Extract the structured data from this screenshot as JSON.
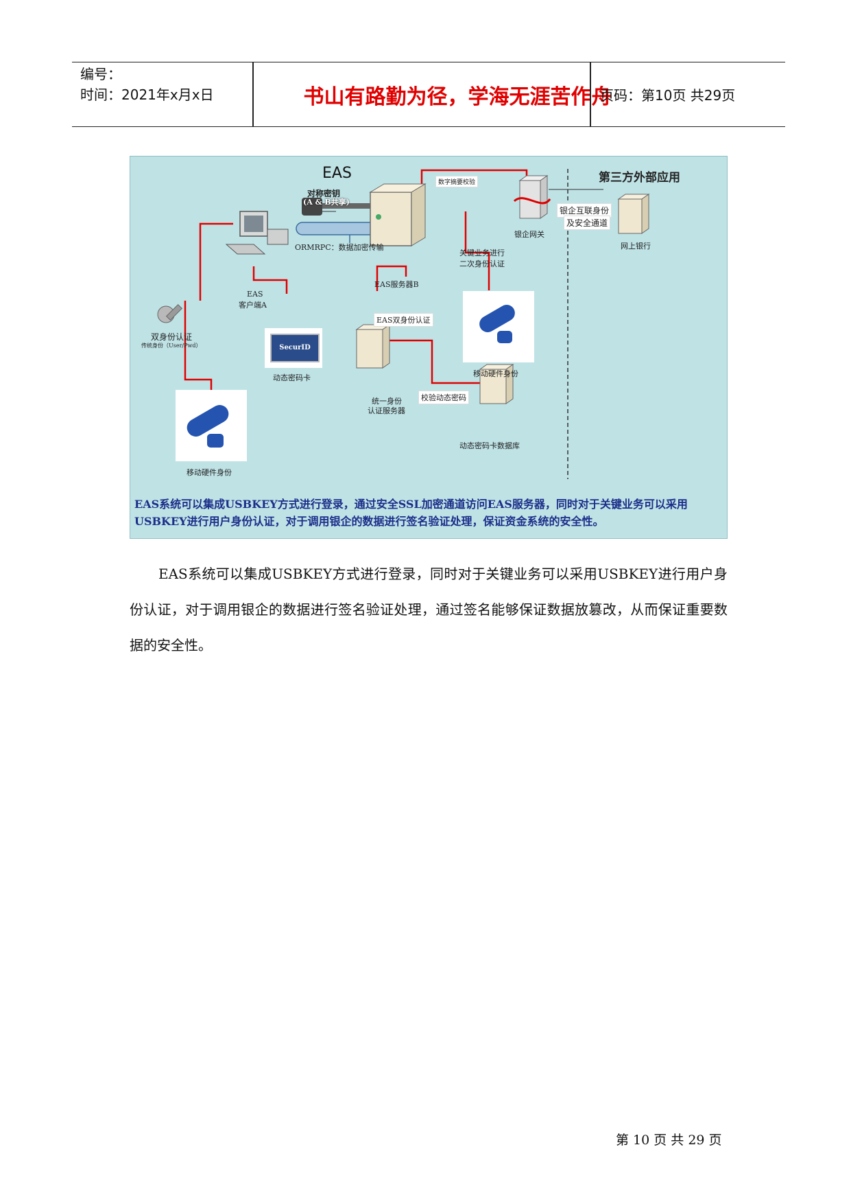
{
  "header": {
    "number_label": "编号：",
    "time_label": "时间：2021年x月x日",
    "motto": "书山有路勤为径，学海无涯苦作舟",
    "page_info": "页码：第10页 共29页"
  },
  "figure": {
    "title": "EAS",
    "third_party_title": "第三方外部应用",
    "labels": {
      "digest_check": "数字摘要校验",
      "symmetric_key": "对称密钥",
      "key_shared": "(A & B共享)",
      "ormrpc": "ORMRPC：数据加密传输",
      "key_business": "关键业务进行",
      "second_auth": "二次身份认证",
      "eas_server": "EAS服务器B",
      "eas_client_1": "EAS",
      "eas_client_2": "客户端A",
      "bank_gateway": "银企网关",
      "bank_link_1": "银企互联身份",
      "bank_link_2": "及安全通道",
      "online_bank": "网上银行",
      "dual_auth": "双身份认证",
      "traditional": "传统身份（User/Pwd）",
      "eas_dual_auth": "EAS双身份认证",
      "dynamic_card": "动态密码卡",
      "securid": "SecurID",
      "usb_identity_right": "移动硬件身份",
      "usb_identity_left": "移动硬件身份",
      "unified_1": "统一身份",
      "unified_2": "认证服务器",
      "verify_dynamic": "校验动态密码",
      "dynamic_db": "动态密码卡数据库"
    },
    "caption": "EAS系统可以集成USBKEY方式进行登录，通过安全SSL加密通道访问EAS服务器，同时对于关键业务可以采用USBKEY进行用户身份认证，对于调用银企的数据进行签名验证处理，保证资金系统的安全性。",
    "colors": {
      "background": "#bfe2e5",
      "link": "#e00000",
      "caption": "#1b2e8a"
    }
  },
  "body": {
    "paragraph": "EAS系统可以集成USBKEY方式进行登录，同时对于关键业务可以采用USBKEY进行用户身份认证，对于调用银企的数据进行签名验证处理，通过签名能够保证数据放篡改，从而保证重要数据的安全性。"
  },
  "footer": {
    "page": "第 10 页 共 29 页"
  }
}
